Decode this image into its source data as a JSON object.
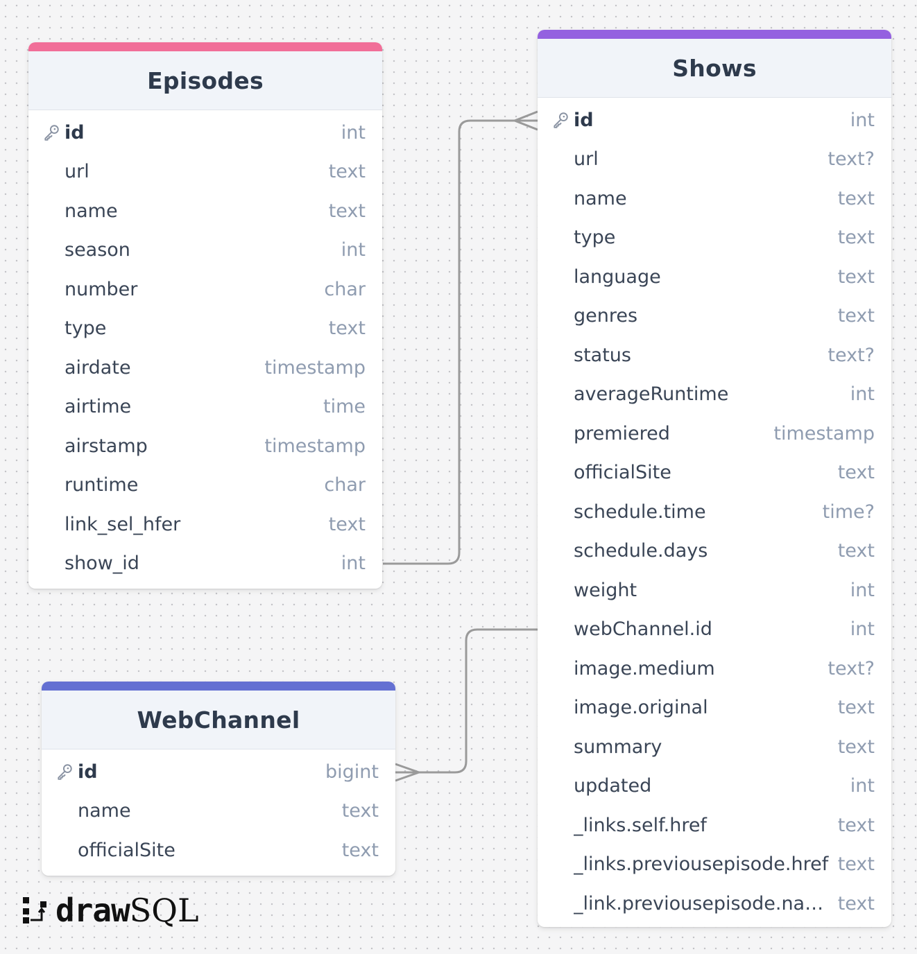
{
  "tables": {
    "episodes": {
      "name": "Episodes",
      "accent": "#f16e98",
      "columns": [
        {
          "name": "id",
          "type": "int",
          "pk": true
        },
        {
          "name": "url",
          "type": "text"
        },
        {
          "name": "name",
          "type": "text"
        },
        {
          "name": "season",
          "type": "int"
        },
        {
          "name": "number",
          "type": "char"
        },
        {
          "name": "type",
          "type": "text"
        },
        {
          "name": "airdate",
          "type": "timestamp"
        },
        {
          "name": "airtime",
          "type": "time"
        },
        {
          "name": "airstamp",
          "type": "timestamp"
        },
        {
          "name": "runtime",
          "type": "char"
        },
        {
          "name": "link_sel_hfer",
          "type": "text"
        },
        {
          "name": "show_id",
          "type": "int"
        }
      ]
    },
    "shows": {
      "name": "Shows",
      "accent": "#9461e0",
      "columns": [
        {
          "name": "id",
          "type": "int",
          "pk": true
        },
        {
          "name": "url",
          "type": "text?"
        },
        {
          "name": "name",
          "type": "text"
        },
        {
          "name": "type",
          "type": "text"
        },
        {
          "name": "language",
          "type": "text"
        },
        {
          "name": "genres",
          "type": "text"
        },
        {
          "name": "status",
          "type": "text?"
        },
        {
          "name": "averageRuntime",
          "type": "int"
        },
        {
          "name": "premiered",
          "type": "timestamp"
        },
        {
          "name": "officialSite",
          "type": "text"
        },
        {
          "name": "schedule.time",
          "type": "time?"
        },
        {
          "name": "schedule.days",
          "type": "text"
        },
        {
          "name": "weight",
          "type": "int"
        },
        {
          "name": "webChannel.id",
          "type": "int"
        },
        {
          "name": "image.medium",
          "type": "text?"
        },
        {
          "name": "image.original",
          "type": "text"
        },
        {
          "name": "summary",
          "type": "text"
        },
        {
          "name": "updated",
          "type": "int"
        },
        {
          "name": "_links.self.href",
          "type": "text"
        },
        {
          "name": "_links.previousepisode.href",
          "type": "text"
        },
        {
          "name": "_link.previousepisode.name",
          "type": "text"
        }
      ]
    },
    "webchannel": {
      "name": "WebChannel",
      "accent": "#6470d2",
      "columns": [
        {
          "name": "id",
          "type": "bigint",
          "pk": true
        },
        {
          "name": "name",
          "type": "text"
        },
        {
          "name": "officialSite",
          "type": "text"
        }
      ]
    }
  },
  "relations": [
    {
      "from": "Episodes.show_id",
      "to": "Shows.id",
      "cardinality": "many"
    },
    {
      "from": "Shows.webChannel.id",
      "to": "WebChannel.id",
      "cardinality": "many"
    }
  ],
  "logo": {
    "part1": "draw",
    "part2": "SQL"
  }
}
